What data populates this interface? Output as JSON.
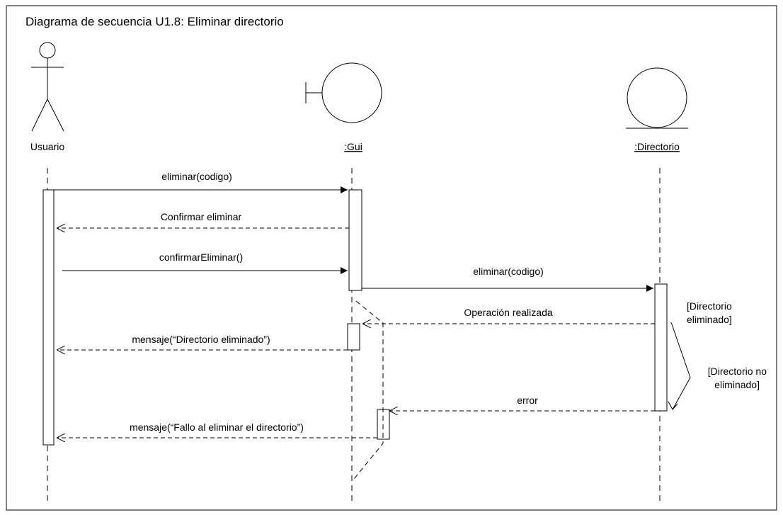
{
  "diagram": {
    "title": "Diagrama de secuencia U1.8: Eliminar directorio",
    "lifelines": {
      "usuario": "Usuario",
      "gui": ":Gui",
      "directorio": ":Directorio"
    },
    "messages": {
      "m1": "eliminar(codigo)",
      "m2": "Confirmar eliminar",
      "m3": "confirmarEliminar()",
      "m4": "eliminar(codigo)",
      "m5": "Operación realizada",
      "m6": "mensaje(“Directorio eliminado”)",
      "m7": "error",
      "m8": "mensaje(“Fallo al eliminar el directorio”)"
    },
    "guards": {
      "ok": [
        "[Directorio",
        "eliminado]"
      ],
      "fail": [
        "[Directorio no",
        "eliminado]"
      ]
    }
  }
}
